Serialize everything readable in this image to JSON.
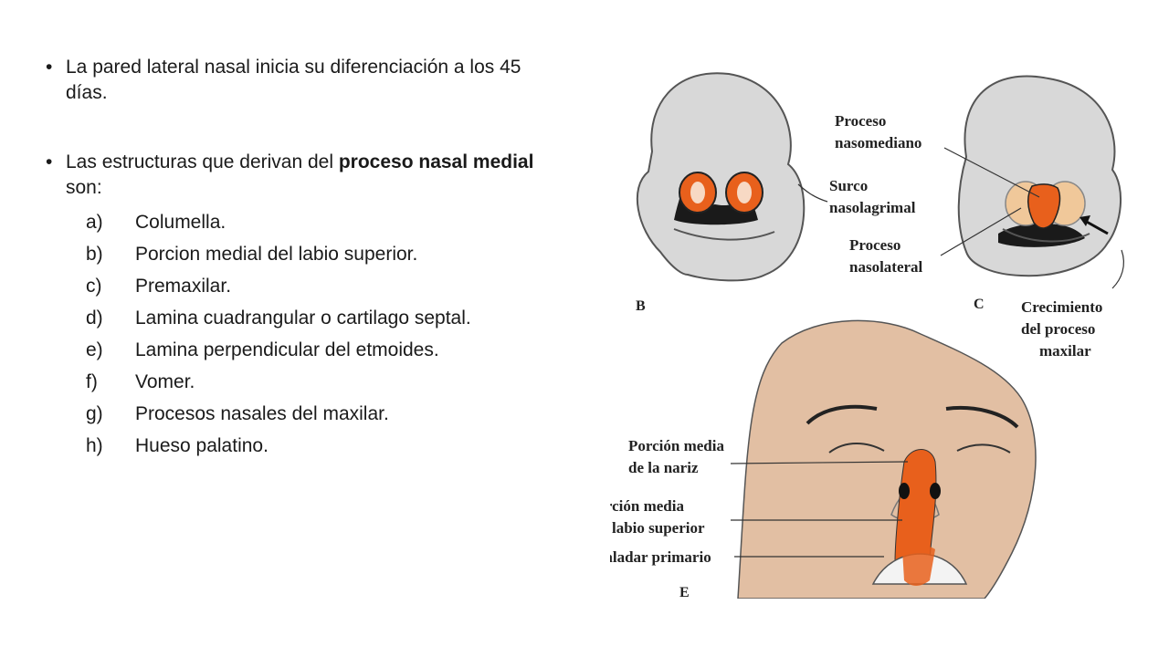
{
  "bullets": {
    "first": "La pared lateral nasal inicia su diferenciación a los 45 días.",
    "second_prefix": "Las estructuras que derivan del ",
    "second_bold": "proceso nasal medial",
    "second_suffix": " son:",
    "symbol": "•"
  },
  "list_items": [
    {
      "letter": "a)",
      "text": "Columella."
    },
    {
      "letter": "b)",
      "text": "Porcion medial del labio superior."
    },
    {
      "letter": "c)",
      "text": "Premaxilar."
    },
    {
      "letter": "d)",
      "text": "Lamina cuadrangular o cartilago septal."
    },
    {
      "letter": "e)",
      "text": "Lamina perpendicular del etmoides."
    },
    {
      "letter": "f)",
      "text": "Vomer."
    },
    {
      "letter": "g)",
      "text": "Procesos nasales del maxilar."
    },
    {
      "letter": "h)",
      "text": "Hueso palatino."
    }
  ],
  "figure": {
    "labels": {
      "proceso_nasomediano_1": "Proceso",
      "proceso_nasomediano_2": "nasomediano",
      "surco_1": "Surco",
      "surco_2": "nasolagrimal",
      "proceso_nasolateral_1": "Proceso",
      "proceso_nasolateral_2": "nasolateral",
      "crecimiento_1": "Crecimiento",
      "crecimiento_2": "del proceso",
      "crecimiento_3": "maxilar",
      "porcion_nariz_1": "Porción media",
      "porcion_nariz_2": "de la nariz",
      "porcion_labio_1": "Porción media",
      "porcion_labio_2": "del labio superior",
      "paladar": "Paladar primario",
      "letter_b": "B",
      "letter_c": "C",
      "letter_e": "E"
    },
    "colors": {
      "head": "#d9d9d9",
      "face": "#e2bfa3",
      "orange": "#e8601c",
      "dark": "#1a1a1a"
    }
  }
}
